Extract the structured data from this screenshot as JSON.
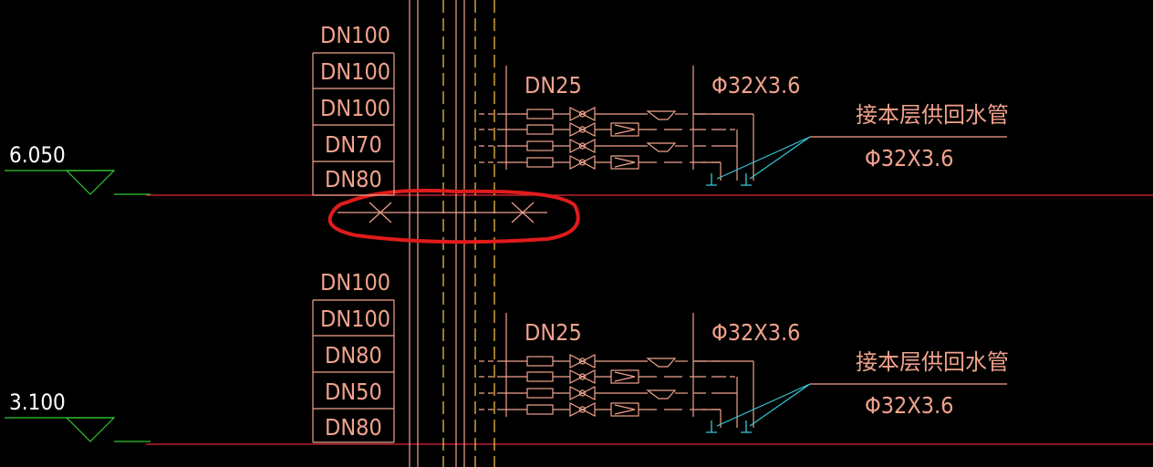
{
  "colors": {
    "background": "#000000",
    "floor_line": "#e0273a",
    "pipe": "#f0a28c",
    "riser_dashed": "#ffc84a",
    "level_mark": "#31c631",
    "leader": "#37c8d9",
    "highlight": "#e01b1b"
  },
  "levels": [
    {
      "elevation": "6.050",
      "riser_sizes": [
        "DN100",
        "DN100",
        "DN100",
        "DN70",
        "DN80"
      ],
      "branch_size": "DN25",
      "connect_size": "Φ32X3.6",
      "note": "接本层供回水管",
      "note_size": "Φ32X3.6"
    },
    {
      "elevation": "3.100",
      "riser_sizes": [
        "DN100",
        "DN100",
        "DN80",
        "DN50",
        "DN80"
      ],
      "branch_size": "DN25",
      "connect_size": "Φ32X3.6",
      "note": "接本层供回水管",
      "note_size": "Φ32X3.6"
    }
  ],
  "highlight": {
    "shape": "ellipse",
    "color": "#e01b1b"
  }
}
